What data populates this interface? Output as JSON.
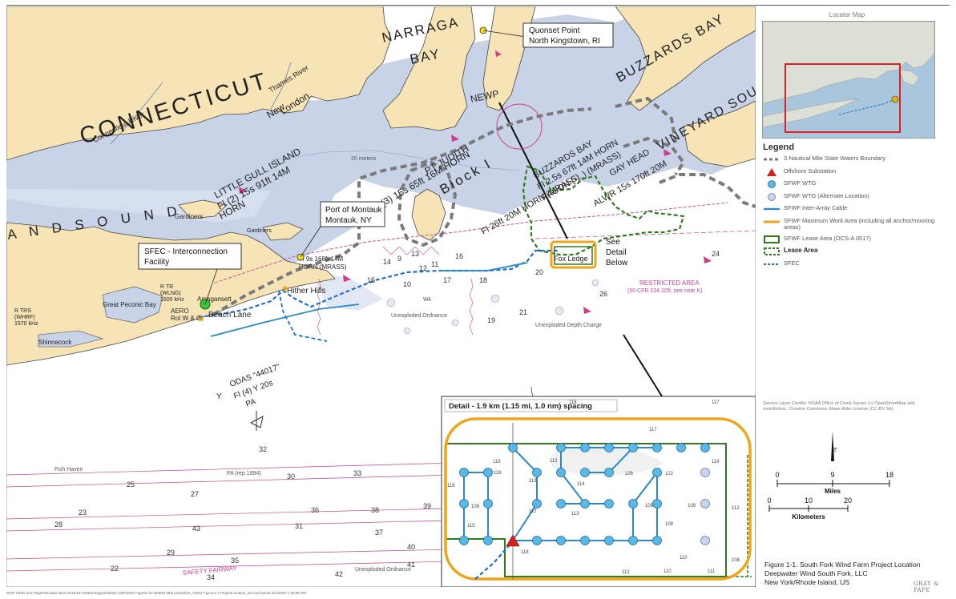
{
  "map": {
    "labels": {
      "connecticut": "CONNECTICUT",
      "narragansett": "NARRAGA",
      "narragansett_bay": "BAY",
      "buzzards_bay": "BUZZARDS BAY",
      "vineyard_sound": "VINEYARD SOUND",
      "new_london_new": "New",
      "new_london_london": "London",
      "thames_river": "Thames River",
      "connecticut_river": "Connecticut River",
      "newport": "NEWP",
      "little_gull_1": "LITTLE GULL ISLAND",
      "little_gull_2": "Fl (2) 15s 91ft 14M",
      "little_gull_3": "HORN",
      "pt_judith_1": "PT JUDITH",
      "pt_judith_2": "(3) 15s 65ft 16M HORN",
      "block_island": "Block I",
      "bb_light_1": "BUZZARDS BAY",
      "bb_light_2": "Fl 2.5s 67ft 14M HORN",
      "bb_light_3": "RACON (-...) (MRASS)",
      "gay_head_1": "GAY HEAD",
      "gay_head_2": "ALWR 15s 170ft 20M",
      "block_horn": "Fl 26ft 20M HORN (MRASS)",
      "sound": "A N D   S O U N D",
      "gardiners_1": "Gardiners",
      "gardiners_2": "Gardiners",
      "montauk_light_1": "Fl 9s 168ft 14M",
      "montauk_light_2": "HORN (MRASS)",
      "great_peconic": "Great Peconic Bay",
      "shinnecock": "Shinnecock",
      "amagansett": "Amagansett",
      "hither_hills": "Hither Hills",
      "beach_lane": "Beach Lane",
      "radio_1_a": "R TR",
      "radio_1_b": "(WLNG)",
      "radio_1_c": "1600 kHz",
      "aero_1": "AERO",
      "aero_2": "Rot W & G",
      "radio_2_a": "R TRS",
      "radio_2_b": "(WHRF)",
      "radio_2_c": "1570 kHz",
      "fox_ledge": "Fox Ledge",
      "restricted_1": "RESTRICTED AREA",
      "restricted_2": "(50 CFR 224.105; see note K)",
      "unexploded_1": "Unexploded Ordnance",
      "unexploded_2": "Unexploded Depth Charge",
      "unexploded_3": "Unexploded Ordnance",
      "odas_1": "ODAS \"44017\"",
      "odas_2": "Fl (4) Y 20s",
      "odas_3": "PA",
      "odas_y": "Y",
      "safety_fairway": "SAFETY FAIRWAY",
      "twenty_meters": "20 meters",
      "fish_haven": "Fish Haven",
      "pa_1994": "PA (rep 1994)",
      "wk": "Wk"
    },
    "callouts": {
      "quonset_1": "Quonset Point",
      "quonset_2": "North Kingstown, RI",
      "montauk_1": "Port of Montauk",
      "montauk_2": "Montauk, NY",
      "sfec_1": "SFEC - Interconnection",
      "sfec_2": "Facility",
      "see_detail_1": "See",
      "see_detail_2": "Detail",
      "see_detail_3": "Below"
    },
    "soundings": [
      "16",
      "18",
      "20",
      "21",
      "24",
      "25",
      "26",
      "27",
      "29",
      "30",
      "31",
      "33",
      "35",
      "36",
      "37",
      "38",
      "39",
      "40",
      "41",
      "42",
      "43",
      "34",
      "32",
      "28",
      "23",
      "22",
      "19",
      "17",
      "15",
      "14",
      "13",
      "12",
      "11",
      "10",
      "9"
    ],
    "detail": {
      "title": "Detail - 1.9 km (1.15 mi, 1.0 nm) spacing",
      "depths": [
        "118",
        "116",
        "112",
        "117",
        "126",
        "122",
        "119",
        "113",
        "114",
        "109",
        "109",
        "112",
        "115",
        "110",
        "113",
        "108",
        "109",
        "108",
        "112",
        "110",
        "111",
        "112",
        "118",
        "118",
        "117",
        "116"
      ]
    }
  },
  "side": {
    "locator_title": "Locator Map",
    "legend_title": "Legend",
    "legend": [
      {
        "label": "3-Nautical Mile State Waters Boundary"
      },
      {
        "label": "Offshore Substation"
      },
      {
        "label": "SFWF WTG"
      },
      {
        "label": "SFWF WTG (Alternate Location)"
      },
      {
        "label": "SFWF Inter-Array Cable"
      },
      {
        "label": "SFWF Maximum Work Area (including all anchor/mooring areas)"
      },
      {
        "label": "SFWF Lease Area (OCS-A 0517)"
      },
      {
        "label": "Lease Area"
      },
      {
        "label": "SFEC"
      }
    ],
    "credits": "Service Layer Credits: NOAA Office of Coast Survey (c) OpenStreetMap and contributors, Creative Commons-Share Alike License (CC-BY-SA)",
    "scale": {
      "miles_ticks": [
        "0",
        "9",
        "18"
      ],
      "miles_label": "Miles",
      "km_ticks": [
        "0",
        "10",
        "20"
      ],
      "km_label": "Kilometers",
      "north": "N"
    },
    "caption_1": "Figure 1-1. South Fork Wind Farm Project Location",
    "caption_2": "Deepwater Wind South Fork, LLC",
    "caption_3": "New York/Rhode Island, US",
    "logo": "GRAY & PAPE"
  },
  "footer": "DVR Tribes and Paper\\0S data 2014 2019\\19-722011\\Figures\\2020 COP\\2020 Figures for BOEM 06\\9 submit\\19_72201 Figure1-1 ProjectLocation_v8.mxd  Ipenth  3/1/2020 1:19:05 PM",
  "colors": {
    "water": "#ffffff",
    "shallow": "#c8d3e8",
    "land": "#f7e4b6",
    "coast": "#444444",
    "sfec": "#1f6fd6",
    "cable": "#2a89c8",
    "work_area": "#f0a418",
    "lease": "#2e7d1a",
    "boundary": "#7a7a7a",
    "magenta": "#cc3f8d",
    "substation": "#d62020",
    "wtg": "#5ab8e8",
    "wtg_alt": "#c7d4f0"
  }
}
